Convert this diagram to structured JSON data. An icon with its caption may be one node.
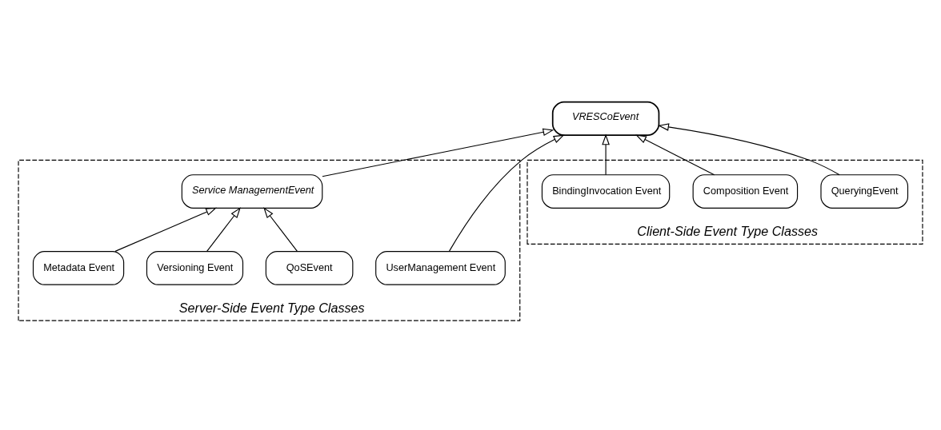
{
  "diagram": {
    "nodes": [
      {
        "text": [
          "VRESCoEvent"
        ]
      },
      {
        "text": [
          "Server-Side Event Type Classes"
        ]
      },
      {
        "text": [
          "UserManagement Event"
        ],
        "in": 1
      },
      {
        "text": [
          "Service ManagementEvent"
        ],
        "in": 1
      },
      {
        "text": [
          "QoSEvent"
        ],
        "in": 1
      },
      {
        "text": [
          "Versioning Event"
        ],
        "in": 1
      },
      {
        "text": [
          "Metadata Event"
        ],
        "in": 1
      },
      {
        "text": [
          "Client-Side Event Type Classes"
        ]
      },
      {
        "text": [
          "QueryingEvent"
        ],
        "in": 7
      },
      {
        "text": [
          "Composition Event"
        ],
        "in": 7
      },
      {
        "text": [
          "BindingInvocation Event"
        ],
        "in": 7
      }
    ],
    "edges": [
      {
        "from": 2,
        "to": 0,
        "arrow": "to"
      },
      {
        "from": 3,
        "to": 0,
        "arrow": "to"
      },
      {
        "from": 8,
        "to": 0,
        "arrow": "to"
      },
      {
        "from": 9,
        "to": 0,
        "arrow": "to"
      },
      {
        "from": 10,
        "to": 0,
        "arrow": "to"
      },
      {
        "from": 4,
        "to": 3,
        "arrow": "to"
      },
      {
        "from": 5,
        "to": 3,
        "arrow": "to"
      },
      {
        "from": 6,
        "to": 3,
        "arrow": "to"
      }
    ]
  }
}
